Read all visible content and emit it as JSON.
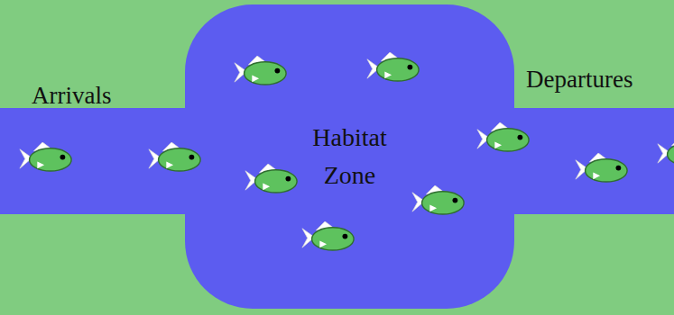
{
  "diagram": {
    "nodes": [
      {
        "text": [
          "Habitat Zone"
        ]
      }
    ],
    "labels": [
      "Arrivals",
      "Departures"
    ]
  }
}
